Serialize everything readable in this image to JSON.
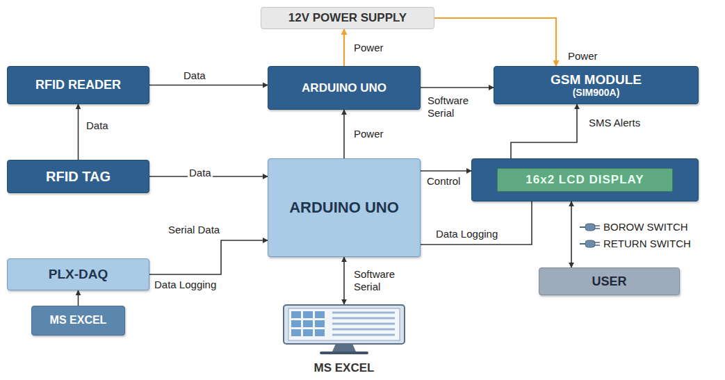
{
  "diagram": {
    "nodes": [
      {
        "text": [
          "12V POWER SUPPLY"
        ]
      },
      {
        "text": [
          "RFID READER"
        ]
      },
      {
        "text": [
          "ARDUINO UNO"
        ]
      },
      {
        "text": [
          "GSM MODULE",
          "(SIM900A)"
        ]
      },
      {
        "text": [
          "RFID TAG"
        ]
      },
      {
        "text": [
          "ARDUINO UNO"
        ]
      },
      {
        "text": [
          "16x2 LCD DISPLAY"
        ]
      },
      {
        "text": [
          "PLX-DAQ"
        ]
      },
      {
        "text": [
          "MS EXCEL"
        ]
      },
      {
        "text": [
          "MS EXCEL"
        ]
      },
      {
        "text": [
          "USER"
        ]
      }
    ],
    "edges": [
      {
        "from": 1,
        "to": 2,
        "arrow": "to",
        "label": "Data"
      },
      {
        "from": 4,
        "to": 1,
        "arrow": "to",
        "label": "Data"
      },
      {
        "from": 4,
        "to": 5,
        "arrow": "to",
        "label": "Data"
      },
      {
        "from": 2,
        "to": 0,
        "arrow": "to",
        "label": "Power"
      },
      {
        "from": 0,
        "to": 3,
        "arrow": "to",
        "label": "Power"
      },
      {
        "from": 2,
        "to": 3,
        "arrow": "to",
        "label": "Software Serial"
      },
      {
        "from": 5,
        "to": 2,
        "arrow": "to",
        "label": "Power"
      },
      {
        "from": 5,
        "to": 6,
        "arrow": "to",
        "label": "Control"
      },
      {
        "from": 6,
        "to": 3,
        "arrow": "to",
        "label": "SMS Alerts"
      },
      {
        "from": 7,
        "to": 5,
        "arrow": "to",
        "label": "Serial Data"
      },
      {
        "from": 8,
        "to": 7,
        "arrow": "to"
      },
      {
        "from": 5,
        "to": 9,
        "arrow": "both",
        "label": "Software Serial"
      },
      {
        "from": 5,
        "to": 6,
        "arrow": "none",
        "label": "Data Logging"
      },
      {
        "from": 6,
        "to": 10,
        "arrow": "both"
      }
    ],
    "labels": [
      "Data Logging",
      "BOROW SWITCH",
      "RETURN SWITCH"
    ]
  }
}
